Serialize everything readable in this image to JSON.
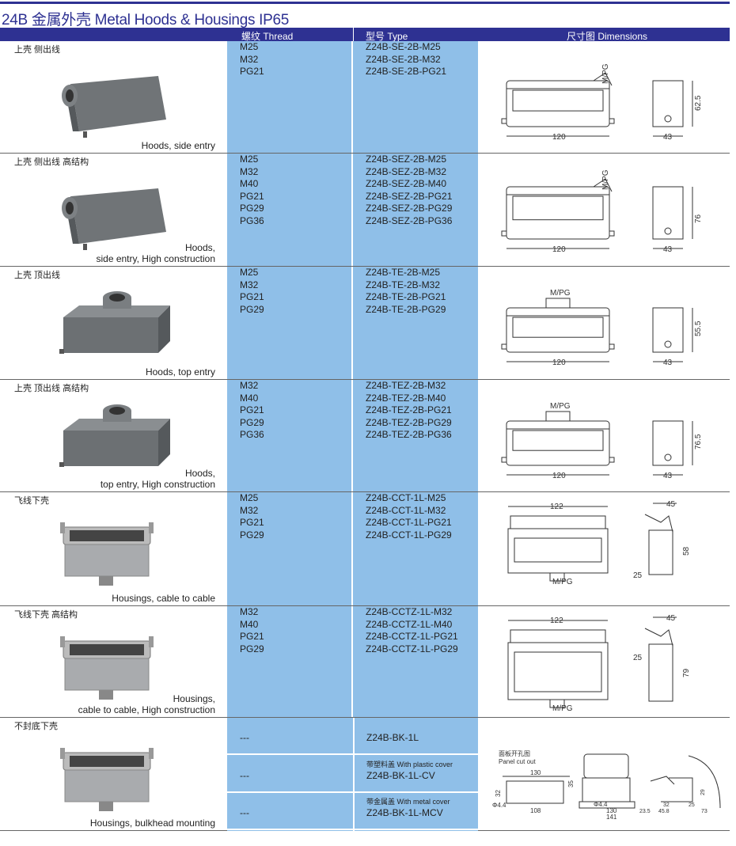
{
  "title": "24B 金属外壳 Metal Hoods & Housings  IP65",
  "header": {
    "thread": "螺纹 Thread",
    "type": "型号 Type",
    "dimensions": "尺寸图 Dimensions"
  },
  "rows": [
    {
      "cn": "上壳 侧出线",
      "caption": [
        "Hoods, side entry"
      ],
      "threads": [
        "M25",
        "M32",
        "PG21"
      ],
      "types": [
        "Z24B-SE-2B-M25",
        "Z24B-SE-2B-M32",
        "Z24B-SE-2B-PG21"
      ],
      "dims": {
        "w": "120",
        "d": "43",
        "h": "62.5",
        "m": "M/PG"
      },
      "kind": "side"
    },
    {
      "cn": "上壳 侧出线 高结构",
      "caption": [
        "Hoods,",
        "side entry, High construction"
      ],
      "threads": [
        "M25",
        "M32",
        "M40",
        "PG21",
        "PG29",
        "PG36"
      ],
      "types": [
        "Z24B-SEZ-2B-M25",
        "Z24B-SEZ-2B-M32",
        "Z24B-SEZ-2B-M40",
        "Z24B-SEZ-2B-PG21",
        "Z24B-SEZ-2B-PG29",
        "Z24B-SEZ-2B-PG36"
      ],
      "dims": {
        "w": "120",
        "d": "43",
        "h": "76",
        "m": "M/PG"
      },
      "kind": "side"
    },
    {
      "cn": "上壳 顶出线",
      "caption": [
        "Hoods, top entry"
      ],
      "threads": [
        "M25",
        "M32",
        "PG21",
        "PG29"
      ],
      "types": [
        "Z24B-TE-2B-M25",
        "Z24B-TE-2B-M32",
        "Z24B-TE-2B-PG21",
        "Z24B-TE-2B-PG29"
      ],
      "dims": {
        "w": "120",
        "d": "43",
        "h": "55.5",
        "m": "M/PG"
      },
      "kind": "top"
    },
    {
      "cn": "上壳 顶出线 高结构",
      "caption": [
        "Hoods,",
        "top entry, High construction"
      ],
      "threads": [
        "M32",
        "M40",
        "PG21",
        "PG29",
        "PG36"
      ],
      "types": [
        "Z24B-TEZ-2B-M32",
        "Z24B-TEZ-2B-M40",
        "Z24B-TEZ-2B-PG21",
        "Z24B-TEZ-2B-PG29",
        "Z24B-TEZ-2B-PG36"
      ],
      "dims": {
        "w": "120",
        "d": "43",
        "h": "76.5",
        "m": "M/PG"
      },
      "kind": "top"
    },
    {
      "cn": "飞线下壳",
      "caption": [
        "Housings, cable to cable"
      ],
      "threads": [
        "M25",
        "M32",
        "PG21",
        "PG29"
      ],
      "types": [
        "Z24B-CCT-1L-M25",
        "Z24B-CCT-1L-M32",
        "Z24B-CCT-1L-PG21",
        "Z24B-CCT-1L-PG29"
      ],
      "dims": {
        "w": "122",
        "d": "45",
        "h": "58",
        "s": "25",
        "m": "M/PG"
      },
      "kind": "housing"
    },
    {
      "cn": "飞线下壳 高结构",
      "caption": [
        "Housings,",
        "cable to cable, High construction"
      ],
      "threads": [
        "M32",
        "M40",
        "PG21",
        "PG29"
      ],
      "types": [
        "Z24B-CCTZ-1L-M32",
        "Z24B-CCTZ-1L-M40",
        "Z24B-CCTZ-1L-PG21",
        "Z24B-CCTZ-1L-PG29"
      ],
      "dims": {
        "w": "122",
        "d": "45",
        "h": "79",
        "s": "25",
        "m": "M/PG"
      },
      "kind": "housing"
    }
  ],
  "bulkhead": {
    "cn": "不封底下壳",
    "caption": "Housings, bulkhead mounting",
    "subs": [
      {
        "thread": "---",
        "type": "Z24B-BK-1L"
      },
      {
        "thread": "---",
        "note": "带塑料盖 With plastic cover",
        "type": "Z24B-BK-1L-CV"
      },
      {
        "thread": "---",
        "note": "带金属盖 With metal cover",
        "type": "Z24B-BK-1L-MCV"
      }
    ],
    "panel": {
      "cn": "面板开孔图",
      "en": "Panel cut out",
      "a": "130",
      "b": "108",
      "c": "32",
      "d": "35",
      "phi": "Φ4.4"
    },
    "front": {
      "phi": "Φ4.4",
      "a": "130",
      "b": "141"
    },
    "side": {
      "a": "23.5",
      "b": "45.8",
      "c": "32",
      "d": "25",
      "e": "73",
      "f": "29"
    }
  }
}
